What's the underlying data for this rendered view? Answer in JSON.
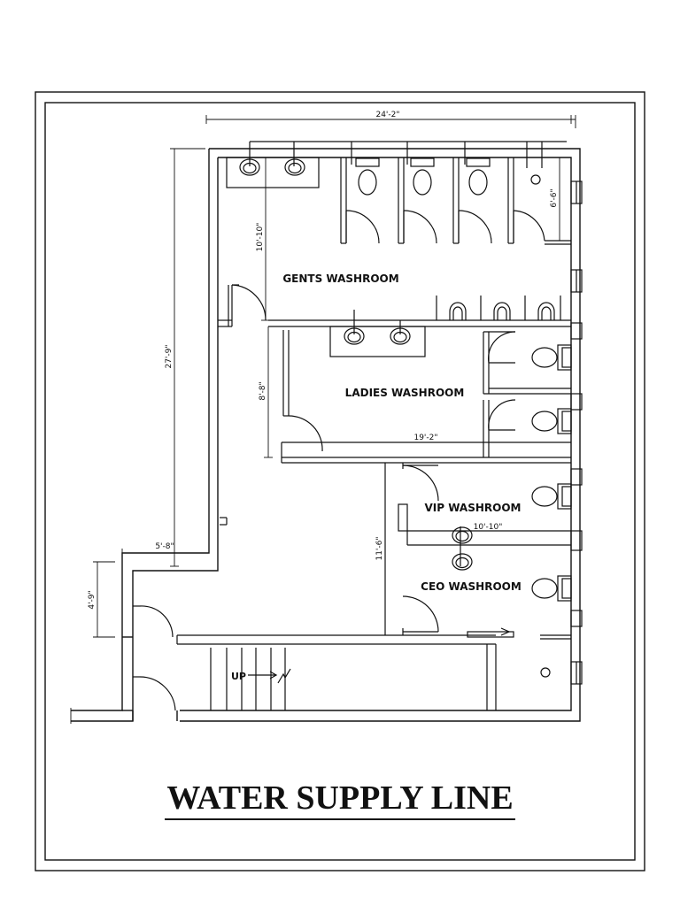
{
  "title": "WATER SUPPLY LINE",
  "rooms": {
    "gents": "GENTS WASHROOM",
    "ladies": "LADIES WASHROOM",
    "vip": "VIP WASHROOM",
    "ceo": "CEO WASHROOM"
  },
  "dimensions": {
    "overall_width": "24'-2\"",
    "overall_height": "27'-9\"",
    "gents_depth": "10'-10\"",
    "stall_depth": "6'-6\"",
    "ladies_depth": "8'-8\"",
    "ladies_width": "19'-2\"",
    "vip_ceo_height": "11'-6\"",
    "vip_width": "10'-10\"",
    "corridor_width": "5'-8\"",
    "entry_width": "4'-9\""
  },
  "stair": {
    "label": "UP"
  }
}
